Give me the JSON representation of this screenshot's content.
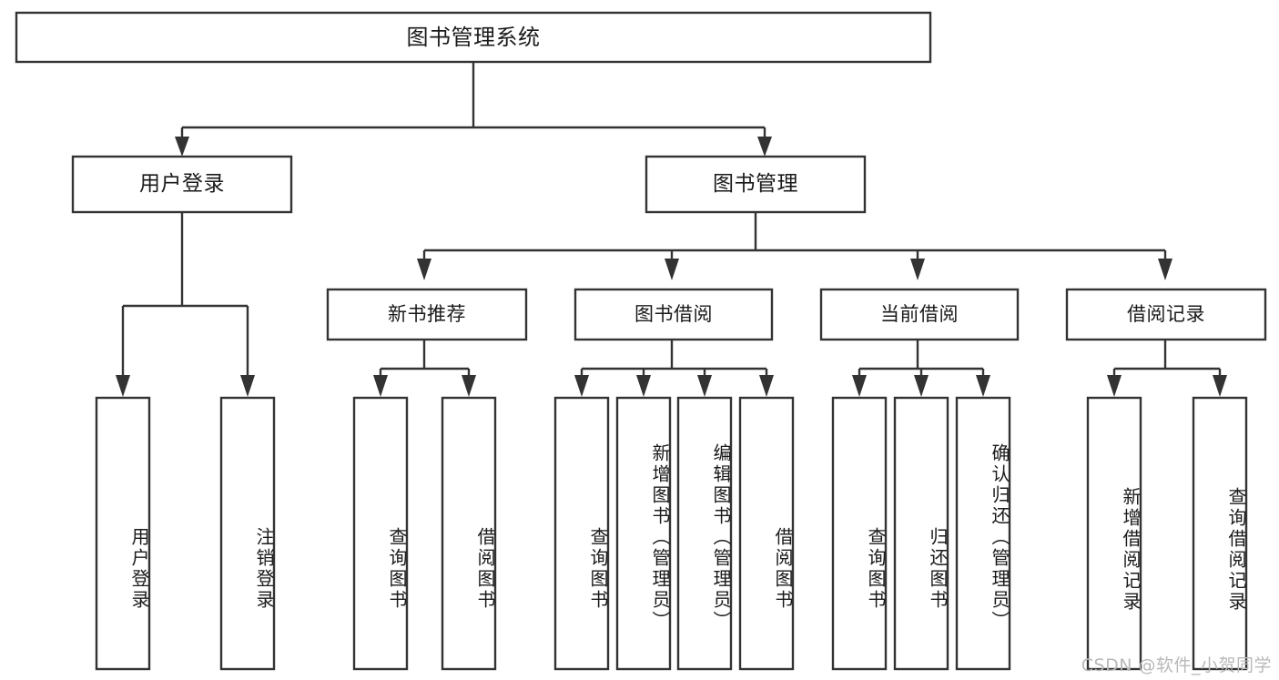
{
  "diagram": {
    "type": "tree-hierarchy",
    "title": "图书管理系统",
    "watermark": "CSDN @软件_小贺同学",
    "colors": {
      "stroke": "#333333",
      "box_fill": "#ffffff",
      "text": "#1a1a1a",
      "background": "#ffffff",
      "watermark": "#b9b9b9"
    },
    "nodes": {
      "root": {
        "label": "图书管理系统",
        "level": 1,
        "orientation": "horizontal"
      },
      "l2": [
        {
          "id": "user-login",
          "label": "用户登录",
          "level": 2,
          "orientation": "horizontal"
        },
        {
          "id": "book-manage",
          "label": "图书管理",
          "level": 2,
          "orientation": "horizontal"
        }
      ],
      "l3": [
        {
          "id": "new-book-rec",
          "label": "新书推荐",
          "level": 3,
          "orientation": "horizontal"
        },
        {
          "id": "book-borrow",
          "label": "图书借阅",
          "level": 3,
          "orientation": "horizontal"
        },
        {
          "id": "current-borrow",
          "label": "当前借阅",
          "level": 3,
          "orientation": "horizontal"
        },
        {
          "id": "borrow-record",
          "label": "借阅记录",
          "level": 3,
          "orientation": "horizontal"
        }
      ],
      "leaves": [
        {
          "id": "leaf-user-login",
          "label": "用户登录",
          "parent": "user-login",
          "orientation": "vertical"
        },
        {
          "id": "leaf-user-logout",
          "label": "注销登录",
          "parent": "user-login",
          "orientation": "vertical"
        },
        {
          "id": "leaf-query-book-1",
          "label": "查询图书",
          "parent": "new-book-rec",
          "orientation": "vertical"
        },
        {
          "id": "leaf-borrow-book-1",
          "label": "借阅图书",
          "parent": "new-book-rec",
          "orientation": "vertical"
        },
        {
          "id": "leaf-query-book-2",
          "label": "查询图书",
          "parent": "book-borrow",
          "orientation": "vertical"
        },
        {
          "id": "leaf-add-book",
          "label": "新增图书（管理员）",
          "parent": "book-borrow",
          "orientation": "vertical"
        },
        {
          "id": "leaf-edit-book",
          "label": "编辑图书（管理员）",
          "parent": "book-borrow",
          "orientation": "vertical"
        },
        {
          "id": "leaf-borrow-book-2",
          "label": "借阅图书",
          "parent": "book-borrow",
          "orientation": "vertical"
        },
        {
          "id": "leaf-query-book-3",
          "label": "查询图书",
          "parent": "current-borrow",
          "orientation": "vertical"
        },
        {
          "id": "leaf-return-book",
          "label": "归还图书",
          "parent": "current-borrow",
          "orientation": "vertical"
        },
        {
          "id": "leaf-confirm-return",
          "label": "确认归还（管理员）",
          "parent": "current-borrow",
          "orientation": "vertical"
        },
        {
          "id": "leaf-add-record",
          "label": "新增借阅记录",
          "parent": "borrow-record",
          "orientation": "vertical"
        },
        {
          "id": "leaf-query-record",
          "label": "查询借阅记录",
          "parent": "borrow-record",
          "orientation": "vertical"
        }
      ]
    }
  }
}
